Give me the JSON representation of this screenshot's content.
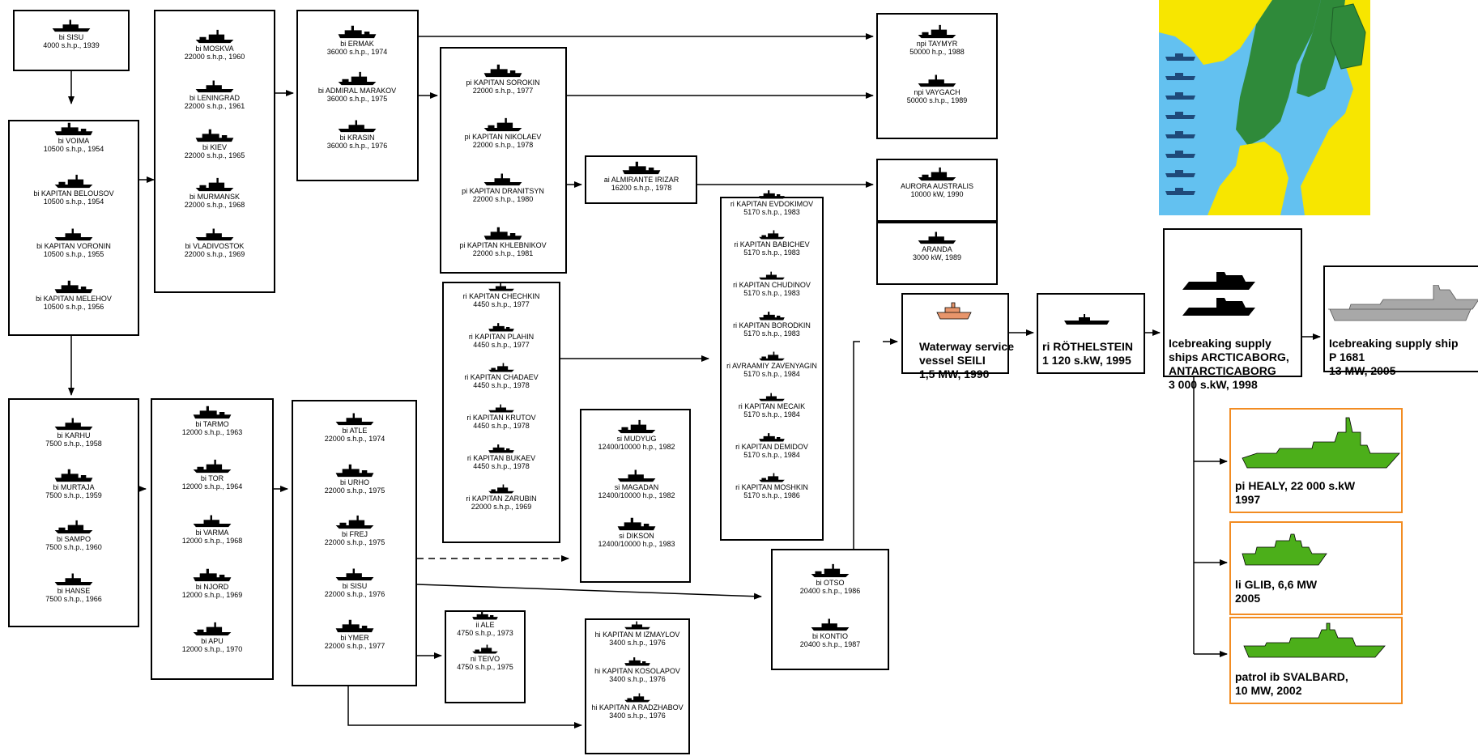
{
  "colors": {
    "line": "#000000",
    "orange_border": "#f28c22",
    "green_ship": "#4caf1a",
    "salmon_ship": "#e8956b",
    "grey_ship": "#a8a8a8",
    "map_yellow": "#f7e600",
    "map_green": "#2f8a3a",
    "map_sea": "#63c1f0",
    "map_silhouette": "#1f4a7a"
  },
  "lineage": {
    "sisu": [
      {
        "name": "bi SISU",
        "spec": "4000 s.h.p., 1939"
      }
    ],
    "voima": [
      {
        "name": "bi VOIMA",
        "spec": "10500 s.h.p., 1954"
      },
      {
        "name": "bi KAPITAN BELOUSOV",
        "spec": "10500 s.h.p., 1954"
      },
      {
        "name": "bi KAPITAN VORONIN",
        "spec": "10500 s.h.p., 1955"
      },
      {
        "name": "bi KAPITAN MELEHOV",
        "spec": "10500 s.h.p., 1956"
      }
    ],
    "moskva": [
      {
        "name": "bi MOSKVA",
        "spec": "22000 s.h.p., 1960"
      },
      {
        "name": "bi LENINGRAD",
        "spec": "22000 s.h.p., 1961"
      },
      {
        "name": "bi KIEV",
        "spec": "22000 s.h.p., 1965"
      },
      {
        "name": "bi MURMANSK",
        "spec": "22000 s.h.p., 1968"
      },
      {
        "name": "bi VLADIVOSTOK",
        "spec": "22000 s.h.p., 1969"
      }
    ],
    "ermak": [
      {
        "name": "bi ERMAK",
        "spec": "36000 s.h.p., 1974"
      },
      {
        "name": "bi ADMIRAL MARAKOV",
        "spec": "36000 s.h.p., 1975"
      },
      {
        "name": "bi KRASIN",
        "spec": "36000 s.h.p., 1976"
      }
    ],
    "sorokin": [
      {
        "name": "pi KAPITAN SOROKIN",
        "spec": "22000 s.h.p., 1977"
      },
      {
        "name": "pi KAPITAN NIKOLAEV",
        "spec": "22000 s.h.p., 1978"
      },
      {
        "name": "pi KAPITAN DRANITSYN",
        "spec": "22000 s.h.p., 1980"
      },
      {
        "name": "pi KAPITAN KHLEBNIKOV",
        "spec": "22000 s.h.p., 1981"
      }
    ],
    "taymyr": [
      {
        "name": "npi TAYMYR",
        "spec": "50000 h.p., 1988"
      },
      {
        "name": "npi VAYGACH",
        "spec": "50000 s.h.p., 1989"
      }
    ],
    "almirante": [
      {
        "name": "ai ALMIRANTE IRIZAR",
        "spec": "16200 s.h.p., 1978"
      }
    ],
    "aurora": [
      {
        "name": "AURORA AUSTRALIS",
        "spec": "10000 kW, 1990"
      }
    ],
    "aranda": [
      {
        "name": "ARANDA",
        "spec": "3000 kW, 1989"
      }
    ],
    "evdokimov": [
      {
        "name": "ri KAPITAN EVDOKIMOV",
        "spec": "5170 s.h.p., 1983"
      },
      {
        "name": "ri KAPITAN BABICHEV",
        "spec": "5170 s.h.p., 1983"
      },
      {
        "name": "ri KAPITAN CHUDINOV",
        "spec": "5170 s.h.p., 1983"
      },
      {
        "name": "ri KAPITAN BORODKIN",
        "spec": "5170 s.h.p., 1983"
      },
      {
        "name": "ri AVRAAMIY ZAVENYAGIN",
        "spec": "5170 s.h.p., 1984"
      },
      {
        "name": "ri KAPITAN MECAIK",
        "spec": "5170 s.h.p., 1984"
      },
      {
        "name": "ri KAPITAN DEMIDOV",
        "spec": "5170 s.h.p., 1984"
      },
      {
        "name": "ri KAPITAN MOSHKIN",
        "spec": "5170 s.h.p., 1986"
      }
    ],
    "chechkin": [
      {
        "name": "ri KAPITAN CHECHKIN",
        "spec": "4450 s.h.p., 1977"
      },
      {
        "name": "ri KAPITAN PLAHIN",
        "spec": "4450 s.h.p., 1977"
      },
      {
        "name": "ri KAPITAN CHADAEV",
        "spec": "4450 s.h.p., 1978"
      },
      {
        "name": "ri KAPITAN KRUTOV",
        "spec": "4450 s.h.p., 1978"
      },
      {
        "name": "ri KAPITAN BUKAEV",
        "spec": "4450 s.h.p., 1978"
      },
      {
        "name": "ri KAPITAN ZARUBIN",
        "spec": "22000 s.h.p., 1969"
      }
    ],
    "karhu": [
      {
        "name": "bi KARHU",
        "spec": "7500 s.h.p., 1958"
      },
      {
        "name": "bi MURTAJA",
        "spec": "7500 s.h.p., 1959"
      },
      {
        "name": "bi SAMPO",
        "spec": "7500 s.h.p., 1960"
      },
      {
        "name": "bi HANSE",
        "spec": "7500 s.h.p., 1966"
      }
    ],
    "tarmo": [
      {
        "name": "bi TARMO",
        "spec": "12000 s.h.p., 1963"
      },
      {
        "name": "bi TOR",
        "spec": "12000 s.h.p., 1964"
      },
      {
        "name": "bi VARMA",
        "spec": "12000 s.h.p., 1968"
      },
      {
        "name": "bi NJORD",
        "spec": "12000 s.h.p., 1969"
      },
      {
        "name": "bi APU",
        "spec": "12000 s.h.p., 1970"
      }
    ],
    "atle": [
      {
        "name": "bi ATLE",
        "spec": "22000 s.h.p., 1974"
      },
      {
        "name": "bi URHO",
        "spec": "22000 s.h.p., 1975"
      },
      {
        "name": "bi FREJ",
        "spec": "22000 s.h.p., 1975"
      },
      {
        "name": "bi SISU",
        "spec": "22000 s.h.p., 1976"
      },
      {
        "name": "bi YMER",
        "spec": "22000 s.h.p., 1977"
      }
    ],
    "mudyug": [
      {
        "name": "si MUDYUG",
        "spec": "12400/10000 h.p., 1982"
      },
      {
        "name": "si MAGADAN",
        "spec": "12400/10000 h.p., 1982"
      },
      {
        "name": "si DIKSON",
        "spec": "12400/10000 h.p., 1983"
      }
    ],
    "otso": [
      {
        "name": "bi OTSO",
        "spec": "20400 s.h.p., 1986"
      },
      {
        "name": "bi KONTIO",
        "spec": "20400 s.h.p., 1987"
      }
    ],
    "ale": [
      {
        "name": "ii ALE",
        "spec": "4750 s.h.p., 1973"
      },
      {
        "name": "ni TEIVO",
        "spec": "4750 s.h.p., 1975"
      }
    ],
    "izmaylov": [
      {
        "name": "hi KAPITAN M IZMAYLOV",
        "spec": "3400 s.h.p., 1976"
      },
      {
        "name": "hi KAPITAN KOSOLAPOV",
        "spec": "3400 s.h.p., 1976"
      },
      {
        "name": "hi KAPITAN A RADZHABOV",
        "spec": "3400 s.h.p., 1976"
      }
    ]
  },
  "recent": {
    "seili": [
      "Waterway service",
      "vessel SEILI",
      "1,5 MW, 1990"
    ],
    "rothelstein": [
      "ri RÖTHELSTEIN",
      "1 120 s.kW, 1995"
    ],
    "arcticaborg": [
      "Icebreaking supply",
      "ships ARCTICABORG,",
      "ANTARCTICABORG",
      "3 000 s.kW, 1998"
    ],
    "p1681": [
      "Icebreaking supply ship",
      "P 1681",
      "13 MW, 2005"
    ],
    "healy": [
      "pi HEALY, 22 000 s.kW",
      "1997"
    ],
    "glib": [
      "li GLIB, 6,6 MW",
      "2005"
    ],
    "svalbard": [
      "patrol ib SVALBARD,",
      "10 MW, 2002"
    ]
  }
}
